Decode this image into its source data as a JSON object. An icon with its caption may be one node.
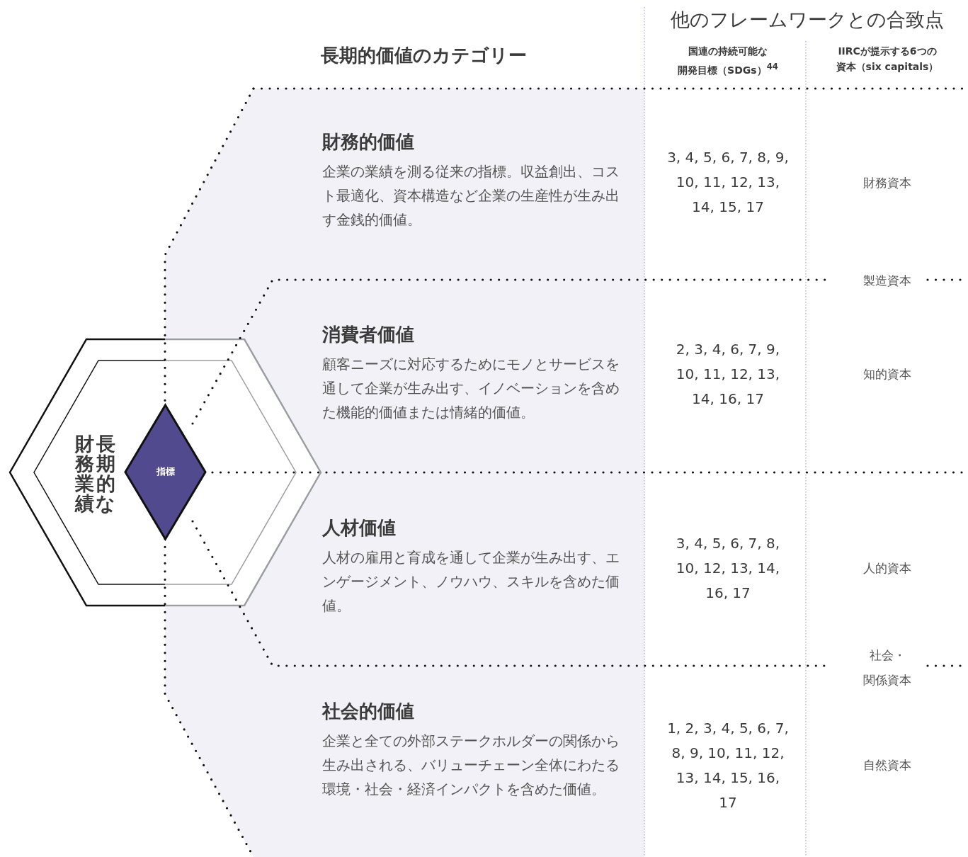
{
  "diagram": {
    "nodes": [
      {
        "text": [
          "長期的な財務業績"
        ]
      },
      {
        "text": [
          "指標"
        ],
        "in": 0
      },
      {
        "text": [
          "財務的価値",
          "企業の業績を測る従来の指標。収益創出、コスト最適化、資本構造など企業の生産性が生み出す金銭的価値。"
        ]
      },
      {
        "text": [
          "消費者価値",
          "顧客ニーズに対応するためにモノとサービスを通して企業が生み出す、イノベーションを含めた機能的価値または情緒的価値。"
        ]
      },
      {
        "text": [
          "人材価値",
          "人材の雇用と育成を通して企業が生み出す、エンゲージメント、ノウハウ、スキルを含めた価値。"
        ]
      },
      {
        "text": [
          "社会的価値",
          "企業と全ての外部ステークホルダーの関係から生み出される、バリューチェーン全体にわたる環境・社会・経済インパクトを含めた価値。"
        ]
      }
    ],
    "labels": [
      "他のフレームワークとの合致点",
      "長期的価値のカテゴリー",
      "国連の持続可能な開発目標（SDGs）$^{44}$",
      "IIRCが提示する6つの資本（six capitals）",
      "3, 4, 5, 6, 7, 8, 9, 10, 11, 12, 13, 14, 15, 17",
      "財務資本",
      "製造資本",
      "2, 3, 4, 6, 7, 9, 10, 11, 12, 13, 14, 16, 17",
      "知的資本",
      "3, 4, 5, 6, 7, 8, 10, 12, 13, 14, 16, 17",
      "人的資本",
      "社会・関係資本",
      "1, 2, 3, 4, 5, 6, 7, 8, 9, 10, 11, 12, 13, 14, 15, 16, 17",
      "自然資本"
    ]
  }
}
